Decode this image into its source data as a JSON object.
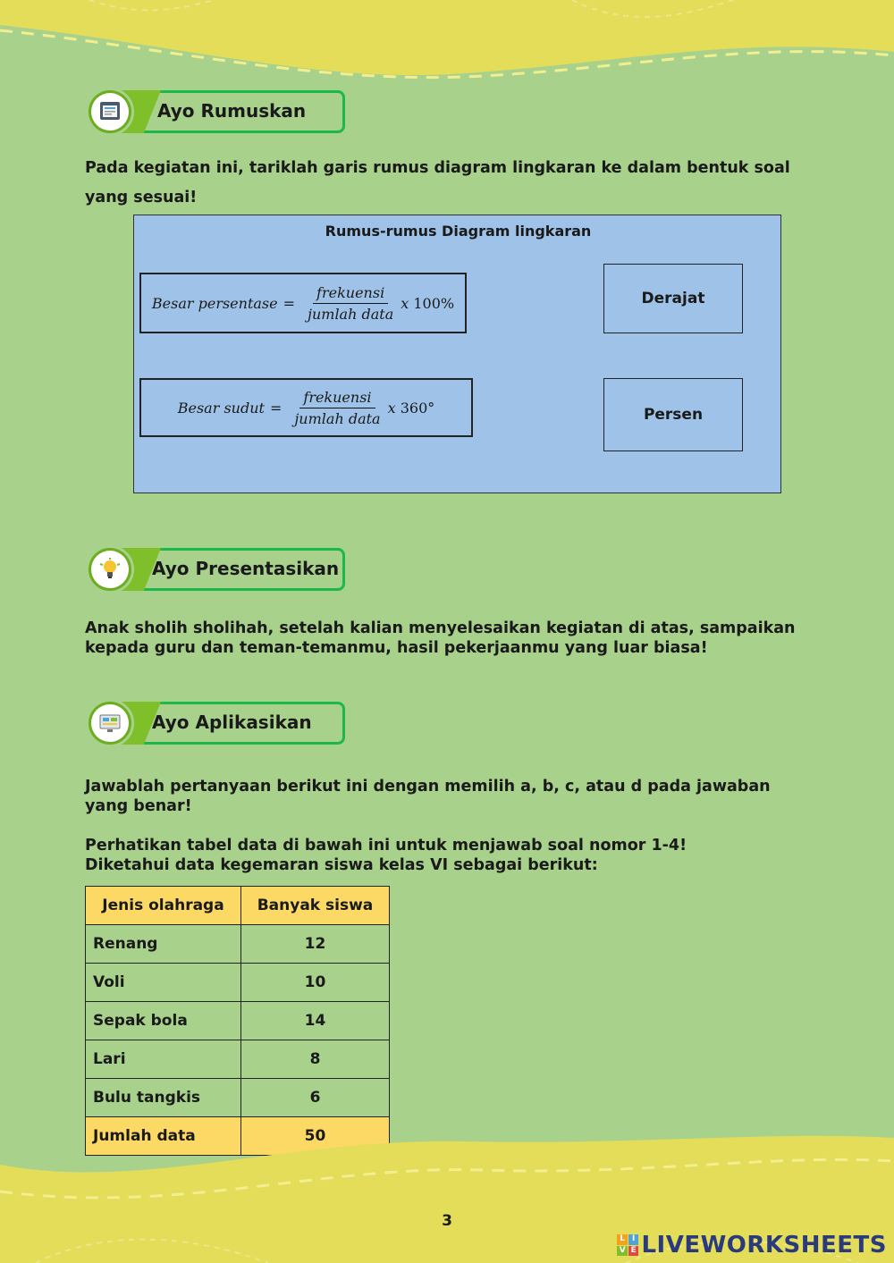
{
  "colors": {
    "page_background": "#a8d18c",
    "wave_yellow": "#e3dd5a",
    "header_border": "#1db84a",
    "panel_blue": "#9fc3e8",
    "table_highlight": "#fcd865",
    "brand_blue": "#2a3a7a"
  },
  "sections": {
    "rumuskan": {
      "title": "Ayo Rumuskan",
      "icon": "document-screen-icon",
      "instruction": "Pada kegiatan ini, tariklah garis rumus diagram lingkaran ke dalam bentuk soal yang sesuai!"
    },
    "presentasikan": {
      "title": "Ayo Presentasikan",
      "icon": "lightbulb-icon",
      "text": "Anak sholih sholihah, setelah kalian menyelesaikan kegiatan di atas, sampaikan kepada guru dan teman-temanmu, hasil pekerjaanmu yang luar biasa!"
    },
    "aplikasikan": {
      "title": "Ayo Aplikasikan",
      "icon": "computer-apps-icon",
      "instruction": "Jawablah pertanyaan berikut ini dengan memilih a, b, c, atau d pada jawaban yang benar!",
      "note_line1": "Perhatikan tabel data di bawah ini untuk menjawab soal nomor 1-4!",
      "note_line2": "Diketahui data kegemaran siswa kelas VI sebagai berikut:"
    }
  },
  "formula_panel": {
    "title": "Rumus-rumus Diagram lingkaran",
    "formula1": {
      "lhs": "Besar persentase",
      "eq": "=",
      "numerator": "frekuensi",
      "denominator": "jumlah data",
      "tail_x": "x",
      "tail_value": "100%"
    },
    "formula2": {
      "lhs": "Besar sudut",
      "eq": "=",
      "numerator": "frekuensi",
      "denominator": "jumlah data",
      "tail_x": "x",
      "tail_value": "360°"
    },
    "answers": [
      "Derajat",
      "Persen"
    ]
  },
  "table": {
    "headers": [
      "Jenis olahraga",
      "Banyak siswa"
    ],
    "rows": [
      [
        "Renang",
        "12"
      ],
      [
        "Voli",
        "10"
      ],
      [
        "Sepak bola",
        "14"
      ],
      [
        "Lari",
        "8"
      ],
      [
        "Bulu tangkis",
        "6"
      ]
    ],
    "total": [
      "Jumlah data",
      "50"
    ]
  },
  "footer": {
    "page_number": "3",
    "brand": "LIVEWORKSHEETS",
    "brand_logo_letters": [
      "L",
      "I",
      "V",
      "E"
    ]
  }
}
